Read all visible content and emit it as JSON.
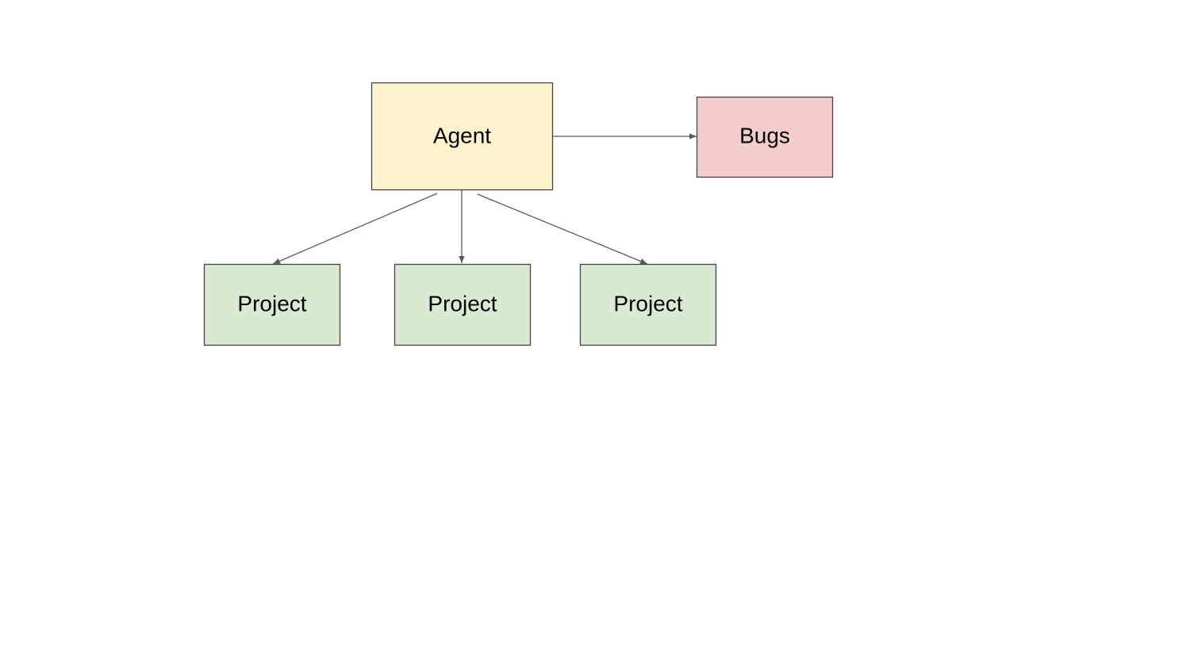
{
  "diagram": {
    "nodes": {
      "agent": {
        "label": "Agent",
        "fill": "#fff2cc"
      },
      "bugs": {
        "label": "Bugs",
        "fill": "#f4cccc"
      },
      "project1": {
        "label": "Project",
        "fill": "#d9ead3"
      },
      "project2": {
        "label": "Project",
        "fill": "#d9ead3"
      },
      "project3": {
        "label": "Project",
        "fill": "#d9ead3"
      }
    },
    "edges": [
      {
        "from": "agent",
        "to": "bugs"
      },
      {
        "from": "agent",
        "to": "project1"
      },
      {
        "from": "agent",
        "to": "project2"
      },
      {
        "from": "agent",
        "to": "project3"
      }
    ],
    "colors": {
      "border": "#434343",
      "edge": "#595959"
    }
  }
}
